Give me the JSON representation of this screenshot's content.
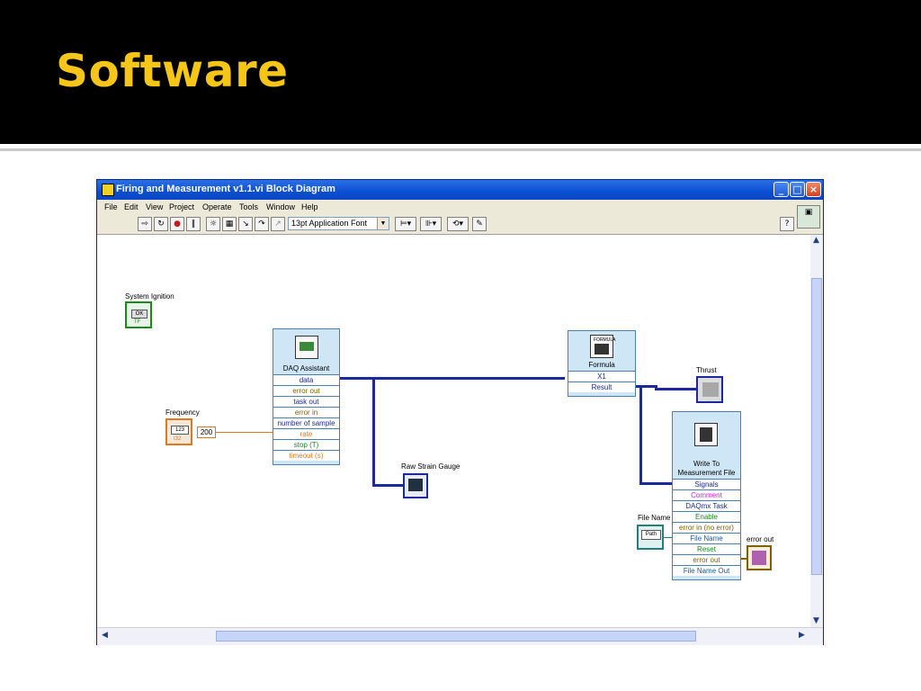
{
  "slide": {
    "title": "Software"
  },
  "window": {
    "title": "Firing and Measurement v1.1.vi Block Diagram",
    "menu": [
      "File",
      "Edit",
      "View",
      "Project",
      "Operate",
      "Tools",
      "Window",
      "Help"
    ],
    "font_select": "13pt Application Font",
    "help_icon": "?"
  },
  "diagram": {
    "system_ignition": {
      "label": "System Ignition",
      "value": "OK",
      "tag": "TF"
    },
    "frequency": {
      "label": "Frequency",
      "control_text": "123",
      "tag": "I32",
      "constant": "200"
    },
    "daq_assistant": {
      "title": "DAQ Assistant",
      "terminals": [
        "data",
        "error out",
        "task out",
        "error in",
        "number of sample",
        "rate",
        "stop (T)",
        "timeout (s)"
      ]
    },
    "formula": {
      "title": "Formula",
      "icon_text": "FORMULA",
      "terminals": [
        "X1",
        "Result"
      ]
    },
    "thrust": {
      "label": "Thrust"
    },
    "raw_strain_gauge": {
      "label": "Raw Strain Gauge"
    },
    "write_file": {
      "title_line1": "Write To",
      "title_line2": "Measurement File",
      "terminals": [
        "Signals",
        "Comment",
        "DAQmx Task",
        "Enable",
        "error in (no error)",
        "File Name",
        "Reset",
        "error out",
        "File Name Out"
      ]
    },
    "file_name": {
      "label": "File Name",
      "control_text": "Path"
    },
    "error_out": {
      "label": "error out"
    }
  },
  "colors": {
    "slide_title": "#f5c518",
    "block_bg": "#cfe6f6",
    "wire": "#1a2a9a",
    "numeric": "#e07820"
  }
}
